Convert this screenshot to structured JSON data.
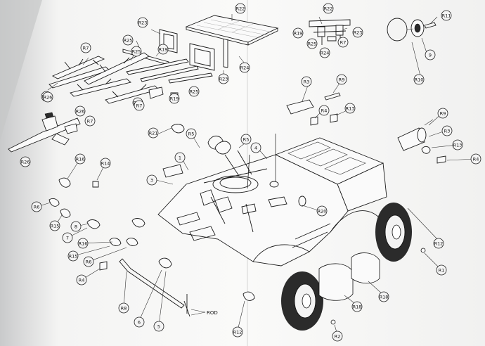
{
  "sheet": {
    "callouts": [
      "R22",
      "R23",
      "R25",
      "R7",
      "R26",
      "R25",
      "R19",
      "R24",
      "R23",
      "R26",
      "R22",
      "R19",
      "R23",
      "R7",
      "R25",
      "R24",
      "R11",
      "9",
      "R10",
      "R26",
      "R7",
      "R19",
      "R25",
      "R26",
      "R7",
      "R26",
      "R3",
      "R9",
      "R4",
      "R13",
      "R9",
      "R3",
      "R13",
      "R4",
      "R21",
      "R5",
      "R5",
      "4",
      "1",
      "3",
      "R16",
      "R14",
      "R6",
      "R15",
      "8",
      "7",
      "R16",
      "R15",
      "R6",
      "R4",
      "R20",
      "R12",
      "R1",
      "R8",
      "6",
      "5",
      "R12",
      "R18",
      "R18",
      "R2"
    ],
    "text_labels": [
      "ROD"
    ]
  }
}
